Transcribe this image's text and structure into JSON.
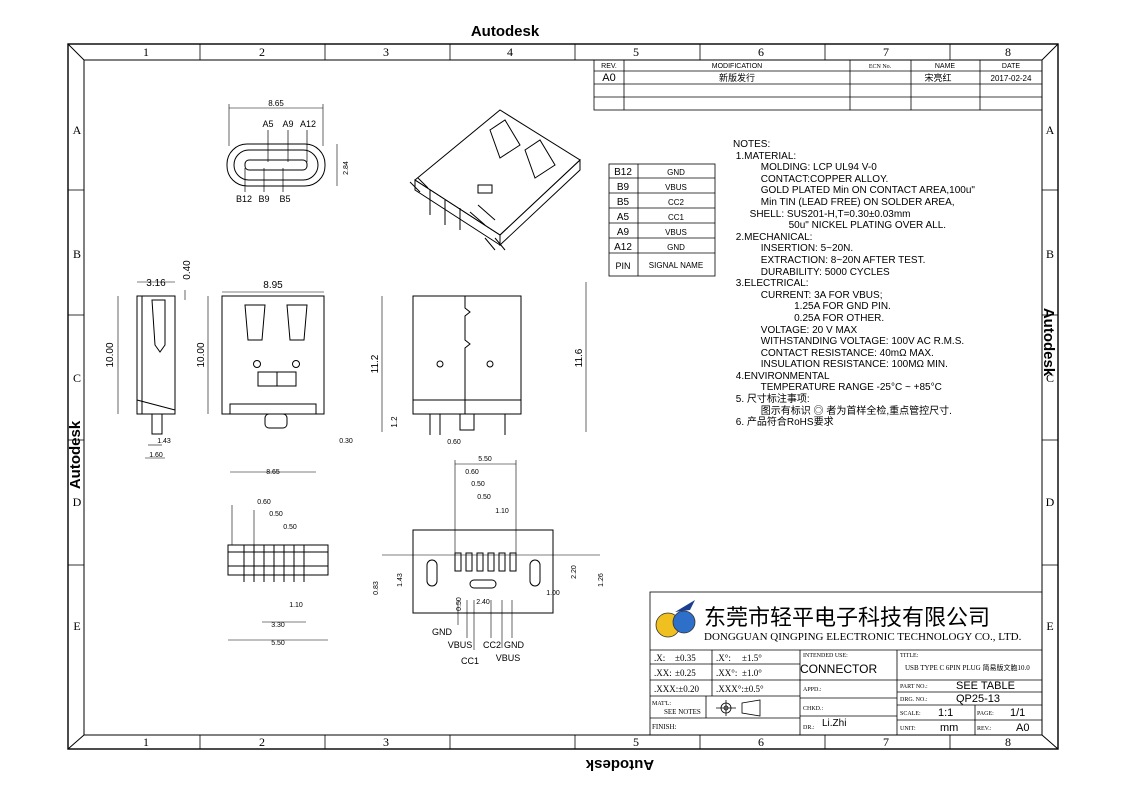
{
  "watermark": "Autodesk",
  "zones": {
    "top": [
      "1",
      "2",
      "3",
      "4",
      "5",
      "6",
      "7",
      "8"
    ],
    "side": [
      "A",
      "B",
      "C",
      "D",
      "E"
    ]
  },
  "revision_table": {
    "headers": [
      "REV.",
      "MODIFICATION",
      "ECN No.",
      "NAME",
      "DATE"
    ],
    "row": {
      "rev": "A0",
      "modification": "新版发行",
      "ecn": "",
      "name": "宋亮红",
      "date": "2017-02-24"
    }
  },
  "pin_table": {
    "rows": [
      [
        "B12",
        "GND"
      ],
      [
        "B9",
        "VBUS"
      ],
      [
        "B5",
        "CC2"
      ],
      [
        "A5",
        "CC1"
      ],
      [
        "A9",
        "VBUS"
      ],
      [
        "A12",
        "GND"
      ]
    ],
    "header": [
      "PIN",
      "SIGNAL NAME"
    ]
  },
  "notes": {
    "lines": [
      "NOTES:",
      " 1.MATERIAL:",
      "          MOLDING: LCP UL94 V-0",
      "          CONTACT:COPPER ALLOY.",
      "          GOLD PLATED Min ON CONTACT AREA,100u\"",
      "          Min TIN (LEAD FREE) ON SOLDER AREA,",
      "      SHELL: SUS201-H,T=0.30±0.03mm",
      "                    50u\" NICKEL PLATING OVER ALL.",
      " 2.MECHANICAL:",
      "          INSERTION: 5~20N.",
      "          EXTRACTION: 8~20N AFTER TEST.",
      "          DURABILITY: 5000 CYCLES",
      " 3.ELECTRICAL:",
      "          CURRENT: 3A FOR VBUS;",
      "                      1.25A FOR GND PIN.",
      "                      0.25A FOR OTHER.",
      "          VOLTAGE: 20 V MAX",
      "          WITHSTANDING VOLTAGE: 100V AC R.M.S.",
      "          CONTACT RESISTANCE: 40mΩ MAX.",
      "          INSULATION RESISTANCE: 100MΩ MIN.",
      " 4.ENVIRONMENTAL",
      "          TEMPERATURE RANGE -25°C ~ +85°C",
      " 5. 尺寸标注事项:",
      "          图示有标识 ◎ 者为首样全检,重点管控尺寸.",
      " 6. 产品符合RoHS要求"
    ]
  },
  "top_view": {
    "dims": {
      "width": "8.65",
      "height": "2.84"
    },
    "pins_top": [
      "A5",
      "A9",
      "A12"
    ],
    "pins_bottom": [
      "B12",
      "B9",
      "B5"
    ]
  },
  "side_view": {
    "dims": {
      "w": "3.16",
      "t": "0.40",
      "h": "10.00",
      "a": "1.43",
      "b": "1.60"
    }
  },
  "front_view": {
    "dims": {
      "w": "8.95",
      "h": "10.00",
      "h2": "11.2",
      "b": "1.2",
      "c": "0.30",
      "w2": "8.65"
    }
  },
  "right_view": {
    "dims": {
      "h": "11.6",
      "b": "0.60"
    }
  },
  "pcb_view": {
    "dims": [
      "5.50",
      "0.60",
      "0.50",
      "0.50",
      "1.10",
      "0.83",
      "1.43",
      "2.20",
      "1.26",
      "0.50",
      "2.40",
      "1.00"
    ],
    "signals": [
      "GND",
      "VBUS",
      "CC1",
      "CC2",
      "GND",
      "VBUS"
    ]
  },
  "bottom_view": {
    "dims": [
      "0.60",
      "0.50",
      "0.50",
      "1.10",
      "3.30",
      "5.50"
    ]
  },
  "company": {
    "cn": "东莞市轻平电子科技有限公司",
    "en": "DONGGUAN QINGPING ELECTRONIC TECHNOLOGY CO., LTD."
  },
  "title_block": {
    "tol_rows": [
      [
        ".X:",
        "±0.35",
        ".X°:",
        "±1.5°"
      ],
      [
        ".XX:",
        "±0.25",
        ".XX°:",
        "±1.0°"
      ],
      [
        ".XXX:±0.20",
        ".XXX°:±0.5°"
      ]
    ],
    "matl_label": "MAT'L:",
    "matl_value": "SEE NOTES",
    "finish_label": "FINISH:",
    "intended_use_label": "INTENDED USE:",
    "intended_use": "CONNECTOR",
    "appd_label": "APPD.:",
    "chkd_label": "CHKD.:",
    "dr_label": "DR.:",
    "dr_value": "Li.Zhi",
    "title_label": "TITLE:",
    "title": "USB TYPE C 6PIN PLUG 简易版文胞10.0",
    "part_label": "PART NO.:",
    "part_value": "SEE TABLE",
    "drg_label": "DRG. NO.:",
    "drg_value": "QP25-13",
    "scale_label": "SCALE:",
    "scale_value": "1:1",
    "page_label": "PAGE:",
    "page_value": "1/1",
    "unit_label": "UNIT:",
    "unit_value": "mm",
    "rev_label": "REV.:",
    "rev_value": "A0"
  }
}
